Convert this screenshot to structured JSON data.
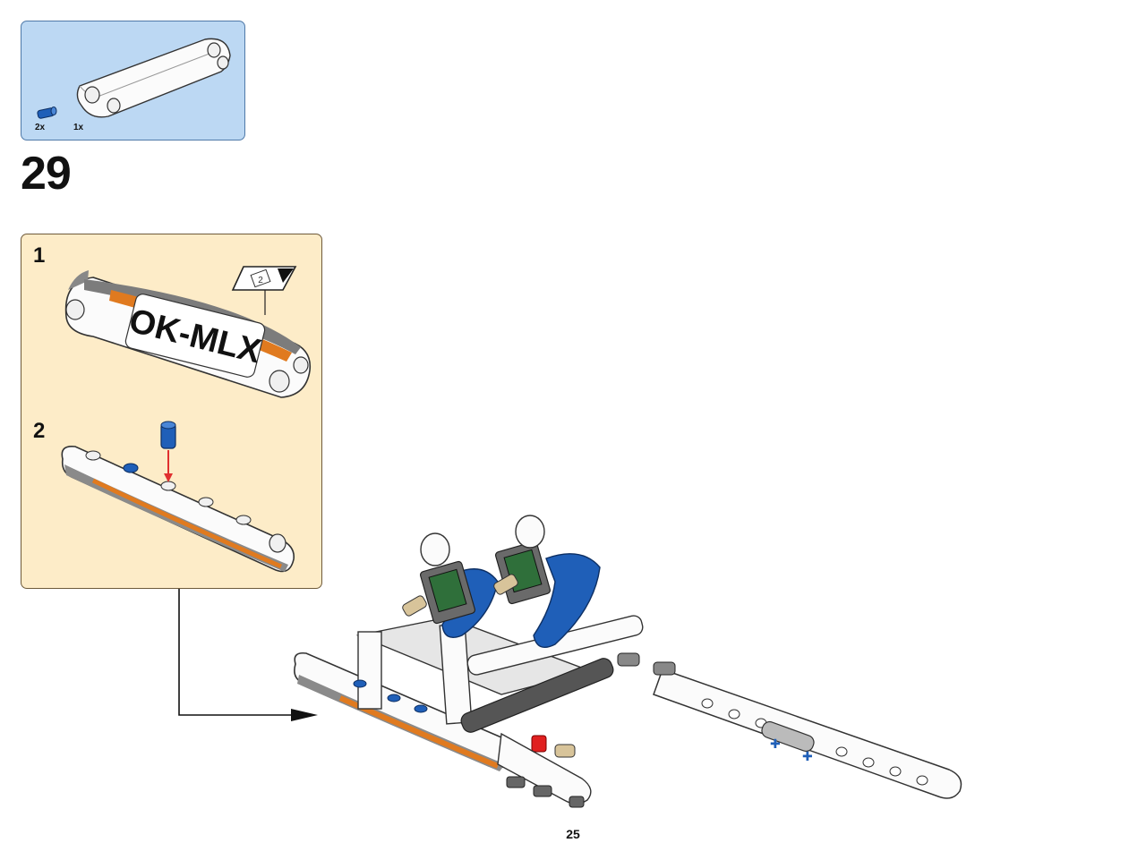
{
  "parts_list": {
    "items": [
      {
        "icon": "blue-pin-icon",
        "quantity": "2x"
      },
      {
        "icon": "white-panel-icon",
        "quantity": "1x"
      }
    ]
  },
  "step": {
    "number": "29"
  },
  "sub_steps": [
    {
      "number": "1",
      "sticker_label": "OK-MLX",
      "sticker_icon": "sticker-sheet-icon",
      "sticker_number": "2"
    },
    {
      "number": "2"
    }
  ],
  "page": {
    "number": "25"
  },
  "colors": {
    "parts_box_bg": "#bcd8f3",
    "substep_box_bg": "#fdecc8",
    "stripe_orange": "#e07a1f",
    "brick_blue": "#1f5fb8",
    "arrow_red": "#e03030"
  }
}
